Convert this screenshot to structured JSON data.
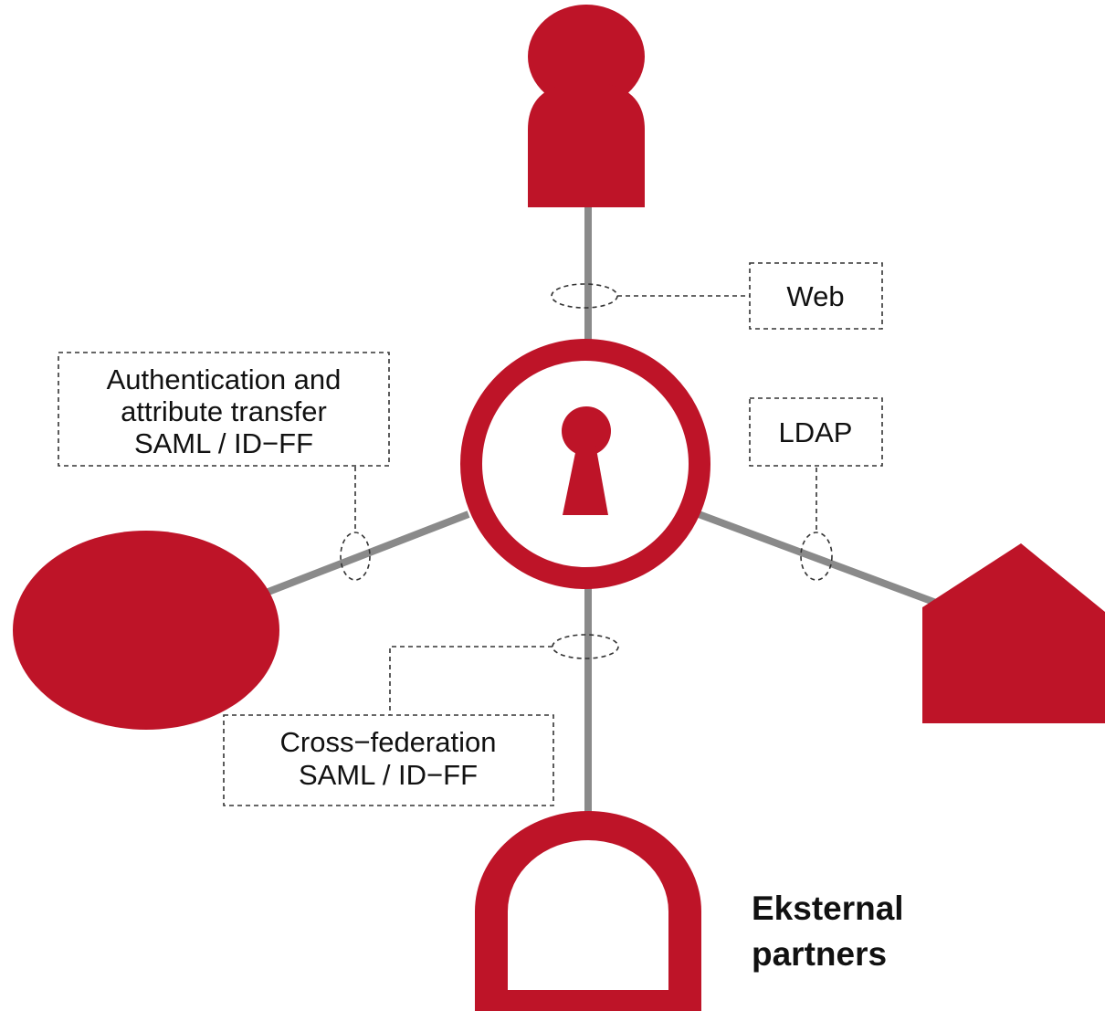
{
  "colors": {
    "accent": "#be1428",
    "connector": "#8a8a8a",
    "callout": "#333333",
    "text": "#111111",
    "background": "#ffffff"
  },
  "labels": {
    "web": "Web",
    "ldap": "LDAP",
    "auth": [
      "Authentication and",
      "attribute transfer",
      "SAML / ID−FF"
    ],
    "cross": [
      "Cross−federation",
      "SAML / ID−FF"
    ],
    "partners": [
      "Eksternal",
      "partners"
    ]
  },
  "icons": {
    "user": "person-icon",
    "hub": "keyhole-icon",
    "left": "circle-node-icon",
    "right": "house-icon",
    "bottom": "arch-door-icon"
  }
}
